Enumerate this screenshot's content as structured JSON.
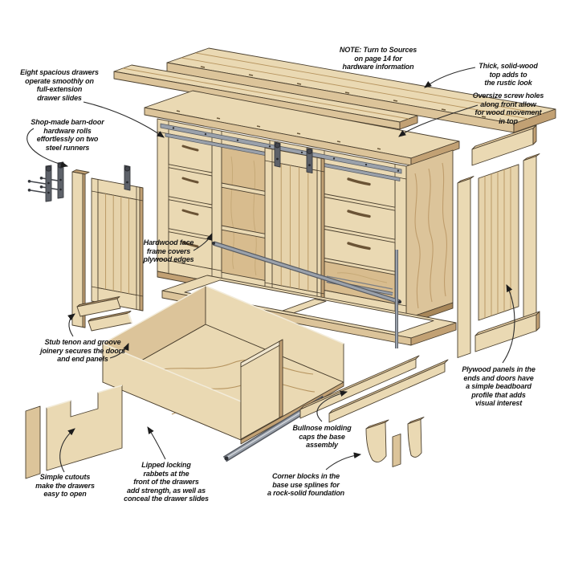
{
  "figure": {
    "description": "Exploded assembly illustration of a barn-door sideboard cabinet",
    "background": "#ffffff",
    "colors": {
      "wood_light": "#ead9b3",
      "wood_mid": "#dcc49a",
      "wood_dark": "#c2a174",
      "wood_shadow": "#a8875a",
      "panel_bead": "#e6d3ab",
      "interior": "#d8bc8e",
      "grain": "#b6945f",
      "outline": "#4a3f2e",
      "steel": "#9aa1ab",
      "steel_dark": "#565a61",
      "hardware_dark": "#5d6169",
      "leader": "#2b2b2b",
      "text": "#141414"
    },
    "annotations": [
      {
        "id": "eight-drawers",
        "text": "Eight spacious drawers\noperate smoothly on\nfull-extension\ndrawer slides"
      },
      {
        "id": "shop-made",
        "text": "Shop-made barn-door\nhardware rolls\neffortlessly on two\nsteel runners"
      },
      {
        "id": "note",
        "text": "NOTE: Turn to Sources\non page 14 for\nhardware information"
      },
      {
        "id": "thick-top",
        "text": "Thick, solid-wood\ntop adds to\nthe rustic look"
      },
      {
        "id": "oversize-holes",
        "text": "Oversize screw holes\nalong front allow\nfor wood movement\nin top"
      },
      {
        "id": "hardwood-frame",
        "text": "Hardwood face\nframe covers\nplywood edges"
      },
      {
        "id": "stub-tenon",
        "text": "Stub tenon and groove\njoinery secures the doors\nand end panels"
      },
      {
        "id": "simple-cutouts",
        "text": "Simple cutouts\nmake the drawers\neasy to open"
      },
      {
        "id": "lipped-rabbets",
        "text": "Lipped locking\nrabbets at the\nfront of the drawers\nadd strength, as well as\nconceal the drawer slides"
      },
      {
        "id": "bullnose",
        "text": "Bullnose molding\ncaps the base\nassembly"
      },
      {
        "id": "corner-blocks",
        "text": "Corner blocks in the\nbase use splines for\na rock-solid foundation"
      },
      {
        "id": "plywood-panels",
        "text": "Plywood panels in the\nends and doors have\na simple beadboard\nprofile that adds\nvisual interest"
      }
    ]
  }
}
